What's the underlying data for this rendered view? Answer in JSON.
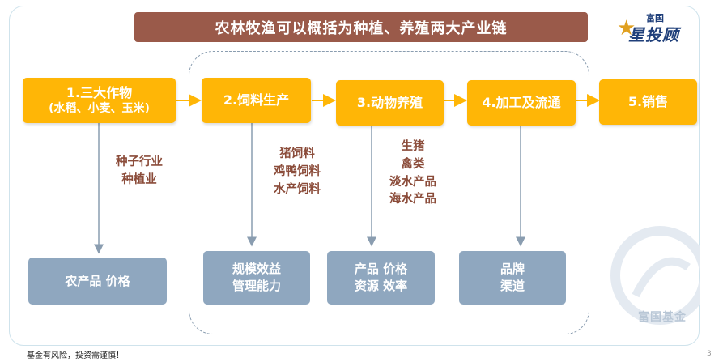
{
  "banner": {
    "title": "农林牧渔可以概括为种植、养殖两大产业链"
  },
  "logo": {
    "top": "富国",
    "main": "星投顾"
  },
  "stages": [
    {
      "title": "1.三大作物",
      "sub": "(水稻、小麦、玉米)"
    },
    {
      "title": "2.饲料生产",
      "sub": ""
    },
    {
      "title": "3.动物养殖",
      "sub": ""
    },
    {
      "title": "4.加工及流通",
      "sub": ""
    },
    {
      "title": "5.销售",
      "sub": ""
    }
  ],
  "notes": [
    [
      "种子行业",
      "种植业"
    ],
    [
      "猪饲料",
      "鸡鸭饲料",
      "水产饲料"
    ],
    [
      "生猪",
      "禽类",
      "淡水产品",
      "海水产品"
    ]
  ],
  "outcomes": [
    [
      "农产品 价格"
    ],
    [
      "规模效益",
      "管理能力"
    ],
    [
      "产品 价格",
      "资源 效率"
    ],
    [
      "品牌",
      "渠道"
    ]
  ],
  "watermark": {
    "text": "富国基金"
  },
  "footer": {
    "disclaimer": "基金有风险，投资需谨慎！",
    "page": "3"
  },
  "colors": {
    "stage": "#ffb606",
    "banner": "#9a5a4a",
    "outcome": "#8fa7bf",
    "note": "#8b4c3a",
    "arrow": "#ffb606"
  }
}
